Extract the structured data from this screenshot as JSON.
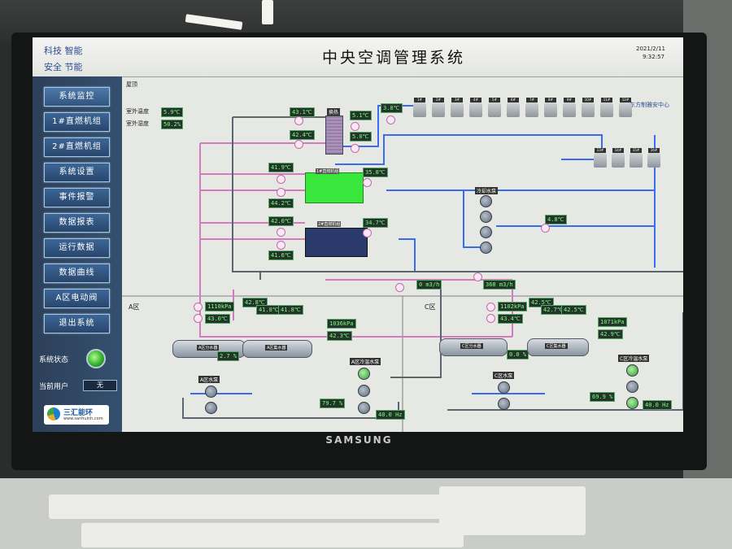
{
  "header": {
    "slogan_row1": "科技 智能",
    "slogan_row2": "安全 节能",
    "title": "中央空调管理系统",
    "date": "2021/2/11",
    "time": "9:32:57",
    "org": "东方制雅安中心"
  },
  "sidebar": {
    "buttons": [
      "系统监控",
      "1#直燃机组",
      "2#直燃机组",
      "系统设置",
      "事件报警",
      "数据报表",
      "运行数据",
      "数据曲线",
      "A区电动阀",
      "退出系统"
    ],
    "status_label": "系统状态",
    "user_label": "当前用户",
    "user_value": "无",
    "logo_name": "三汇能环",
    "logo_url": "www.sanhuinh.com"
  },
  "roof": {
    "label": "屋顶",
    "outdoor_temp_label": "室外温度",
    "outdoor_temp": "5.9℃",
    "outdoor_hum_label": "室外湿度",
    "outdoor_hum": "50.2%"
  },
  "towers": {
    "row1": [
      "1#",
      "2#",
      "3#",
      "4#",
      "5#",
      "6#",
      "7#",
      "8#",
      "9#",
      "10#",
      "11#",
      "12#"
    ],
    "row2": [
      "13#",
      "14#",
      "15#",
      "16#"
    ]
  },
  "values": {
    "hx_left_top": "43.1℃",
    "hx_right_top": "5.1℃",
    "tower_supply": "3.8℃",
    "hx_left_mid": "42.4℃",
    "hx_right_mid": "5.0℃",
    "ch1_left": "41.9℃",
    "ch1_left2": "44.2℃",
    "ch1_right": "35.8℃",
    "ch2_left": "42.0℃",
    "ch2_left2": "41.6℃",
    "ch2_right": "34.7℃",
    "cw_return": "4.8℃",
    "flow_a": "0 m3/h",
    "flow_c": "368 m3/h",
    "a_pressure": "1110kPa",
    "a_temp": "43.0℃",
    "a_t1": "42.8℃",
    "a_t2": "41.8℃",
    "a_t3": "41.8℃",
    "a_pressure2": "1036kPa",
    "a_temp2": "42.3℃",
    "a_valve": "2.7 %",
    "a_pump_freq": "79.7 %",
    "a_hz": "40.0 Hz",
    "c_pressure": "1102kPa",
    "c_temp": "43.4℃",
    "c_t1": "42.5℃",
    "c_t2": "42.7℃",
    "c_t3": "42.5℃",
    "c_pressure2": "1071kPa",
    "c_temp2": "42.9℃",
    "c_valve": "0.0 %",
    "c_pump_freq": "69.9 %",
    "c_hz": "40.0 Hz"
  },
  "labels": {
    "hx_top": "换热",
    "ch1": "1#直燃机组",
    "ch2": "2#直燃机组",
    "pump_group": "冷却水泵",
    "zone_a": "A区",
    "zone_c": "C区",
    "a_dist": "A区分水器",
    "a_coll": "A区集水器",
    "a_pump": "A区水泵",
    "a_pump2": "A区冷温水泵",
    "c_dist": "C区分水器",
    "c_coll": "C区集水器",
    "c_pump": "C区水泵",
    "c_pump2": "C区冷温水泵"
  },
  "colors": {
    "pipe_blue": "#3a6cf2",
    "pipe_pink": "#d67ac0",
    "pipe_gray": "#5b6670",
    "value_text": "#7cff7c"
  },
  "environment": {
    "monitor_brand": "SAMSUNG"
  }
}
